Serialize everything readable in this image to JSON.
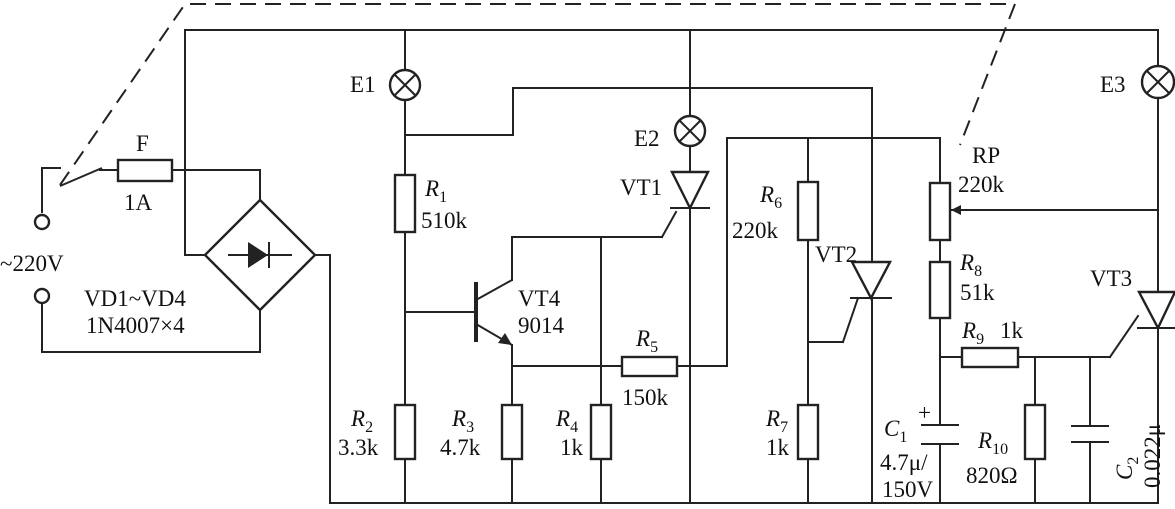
{
  "labels": {
    "e1": "E1",
    "e2": "E2",
    "e3": "E3",
    "fuse": "F",
    "fuse_rating": "1A",
    "supply": "~220V",
    "bridge_name": "VD1~VD4",
    "bridge_part": "1N4007×4",
    "r1_letter": "R",
    "r1_sub": "1",
    "r1_value": "510k",
    "r2_letter": "R",
    "r2_sub": "2",
    "r2_value": "3.3k",
    "r3_letter": "R",
    "r3_sub": "3",
    "r3_value": "4.7k",
    "r4_letter": "R",
    "r4_sub": "4",
    "r4_value": "1k",
    "r5_letter": "R",
    "r5_sub": "5",
    "r5_value": "150k",
    "r6_letter": "R",
    "r6_sub": "6",
    "r6_value": "220k",
    "r7_letter": "R",
    "r7_sub": "7",
    "r7_value": "1k",
    "r8_letter": "R",
    "r8_sub": "8",
    "r8_value": "51k",
    "r9_letter": "R",
    "r9_sub": "9",
    "r9_value": "1k",
    "r10_letter": "R",
    "r10_sub": "10",
    "r10_value": "820Ω",
    "rp_name": "RP",
    "rp_value": "220k",
    "c1_letter": "C",
    "c1_sub": "1",
    "c1_plus": "+",
    "c1_value": "4.7μ/",
    "c1_voltage": "150V",
    "c2_letter": "C",
    "c2_sub": "2",
    "c2_value": "0.022μ",
    "vt1": "VT1",
    "vt2": "VT2",
    "vt3": "VT3",
    "vt4": "VT4",
    "vt4_part": "9014"
  }
}
